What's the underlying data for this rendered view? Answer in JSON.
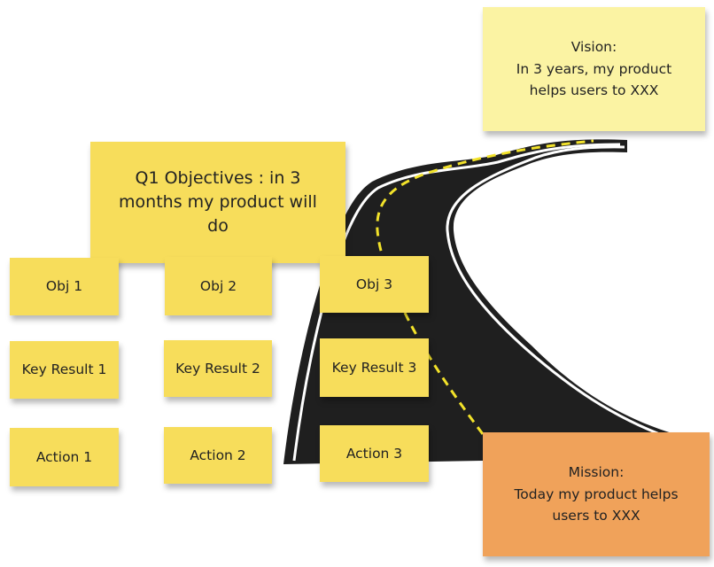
{
  "colors": {
    "sticky_yellow": "#f7dd5b",
    "sticky_pale_yellow": "#fbf3a3",
    "sticky_orange": "#f0a25a",
    "road": "#1f1f1f",
    "road_edge": "#ffffff",
    "center_line": "#f2e22a"
  },
  "vision": {
    "text": "Vision:\nIn 3 years, my product\nhelps users to XXX"
  },
  "objectives": {
    "text": "Q1 Objectives : in 3\nmonths my product  will\ndo"
  },
  "columns": [
    {
      "obj": "Obj 1",
      "key_result": "Key Result 1",
      "action": "Action 1"
    },
    {
      "obj": "Obj 2",
      "key_result": "Key Result 2",
      "action": "Action 2"
    },
    {
      "obj": "Obj 3",
      "key_result": "Key Result 3",
      "action": "Action 3"
    }
  ],
  "mission": {
    "text": "Mission:\nToday my product  helps\nusers to XXX"
  }
}
